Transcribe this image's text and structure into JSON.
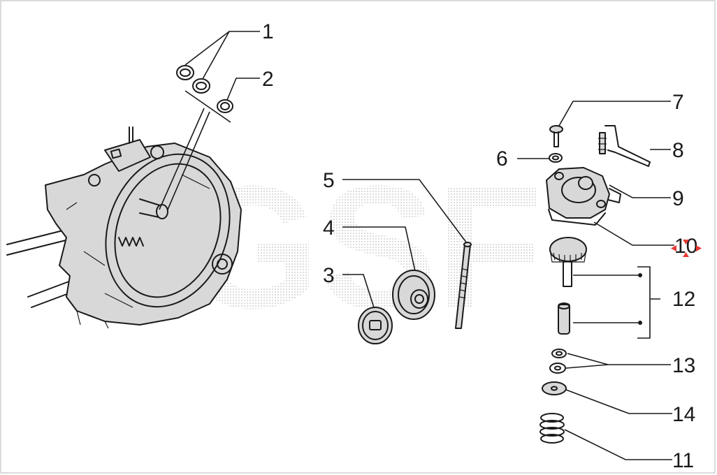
{
  "diagram": {
    "watermark_text": "GSF",
    "callouts": [
      {
        "id": "1",
        "label": "1"
      },
      {
        "id": "2",
        "label": "2"
      },
      {
        "id": "3",
        "label": "3"
      },
      {
        "id": "4",
        "label": "4"
      },
      {
        "id": "5",
        "label": "5"
      },
      {
        "id": "6",
        "label": "6"
      },
      {
        "id": "7",
        "label": "7"
      },
      {
        "id": "8",
        "label": "8"
      },
      {
        "id": "9",
        "label": "9"
      },
      {
        "id": "10",
        "label": "10"
      },
      {
        "id": "11",
        "label": "11"
      },
      {
        "id": "12",
        "label": "12"
      },
      {
        "id": "13",
        "label": "13"
      },
      {
        "id": "14",
        "label": "14"
      }
    ],
    "colors": {
      "ink": "#1a1a1a",
      "label_highlight": "#ffff66",
      "selection_marker": "#e53935",
      "watermark": "#cccccc"
    }
  }
}
